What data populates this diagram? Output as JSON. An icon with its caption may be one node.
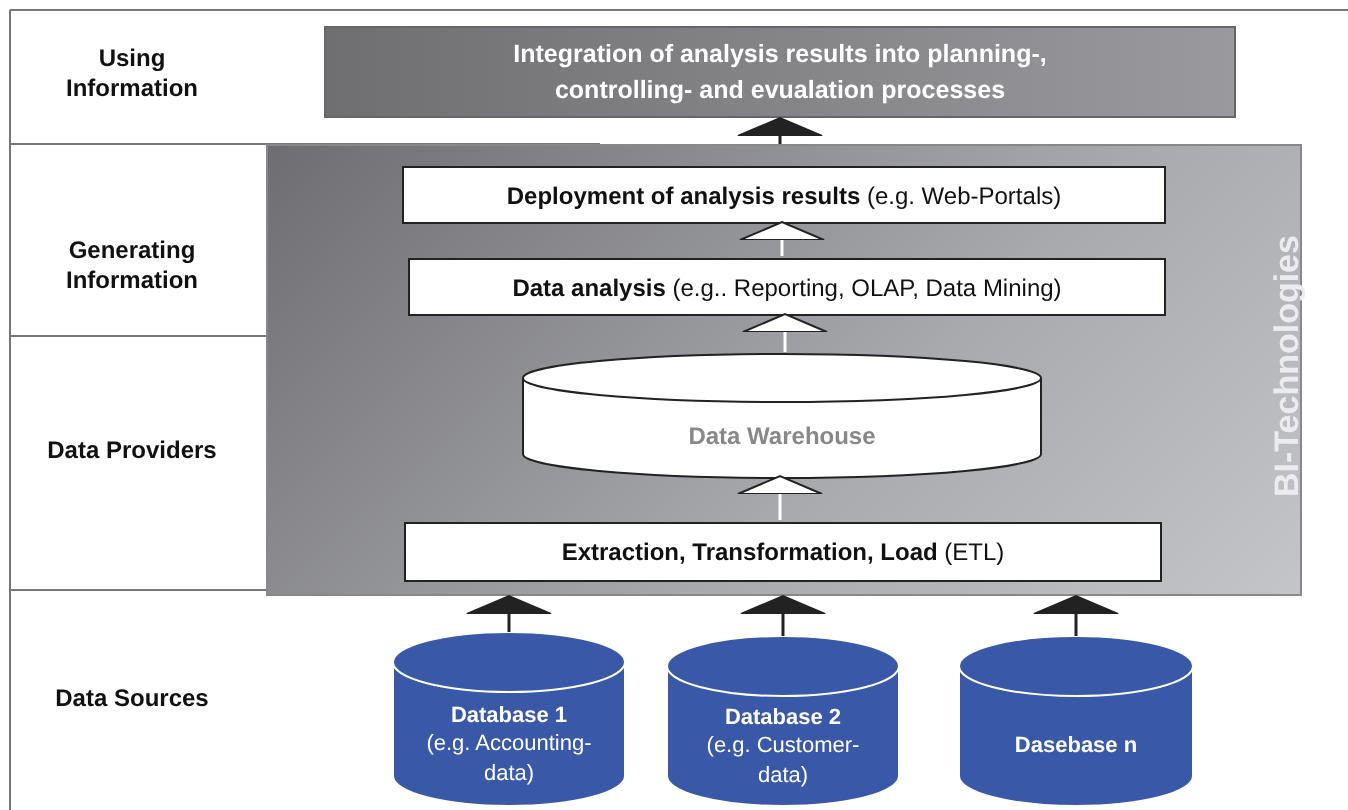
{
  "diagram": {
    "nodes": [
      {
        "text": [
          "Integration of analysis results into planning-, controlling- and evualation processes"
        ]
      },
      {
        "text": [
          "BI-Technologies"
        ]
      },
      {
        "text": [
          "**Deployment of analysis results** (e.g. Web-Portals)"
        ],
        "in": 1
      },
      {
        "text": [
          "**Data analysis** (e.g.. Reporting, OLAP, Data Mining)"
        ],
        "in": 1
      },
      {
        "text": [
          "Data Warehouse"
        ],
        "in": 1
      },
      {
        "text": [
          "**Extraction, Transformation, Load** (ETL)"
        ],
        "in": 1
      },
      {
        "text": [
          "Database 1",
          "(e.g. Accounting- data)"
        ]
      },
      {
        "text": [
          "Database 2",
          "(e.g. Customer- data)"
        ]
      },
      {
        "text": [
          "Dasebase n"
        ]
      }
    ],
    "edges": [
      {
        "from": 1,
        "to": 0,
        "arrow": "to"
      },
      {
        "from": 3,
        "to": 2,
        "arrow": "to",
        "color": "#ffffff"
      },
      {
        "from": 4,
        "to": 3,
        "arrow": "to",
        "color": "#ffffff"
      },
      {
        "from": 5,
        "to": 4,
        "arrow": "to",
        "color": "#ffffff"
      },
      {
        "from": 6,
        "to": 1,
        "arrow": "to"
      },
      {
        "from": 7,
        "to": 1,
        "arrow": "to"
      },
      {
        "from": 8,
        "to": 1,
        "arrow": "to"
      }
    ],
    "labels": [
      "Using Information",
      "Generating Information",
      "Data Providers",
      "Data Sources"
    ]
  }
}
